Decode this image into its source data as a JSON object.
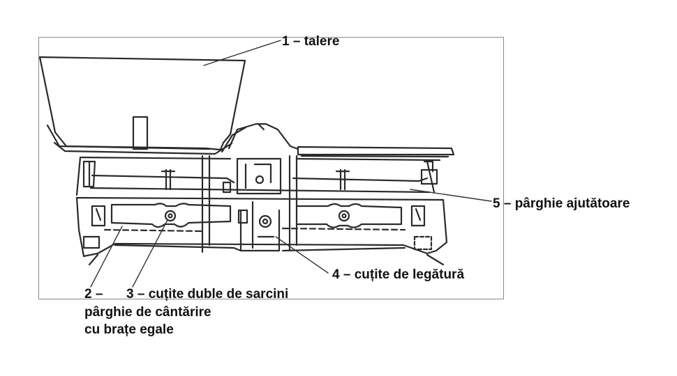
{
  "labels": {
    "item1": {
      "num": "1",
      "text": " – talere"
    },
    "item2": {
      "num": "2",
      "text": " –"
    },
    "item2_line2": "pârghie de cântărire",
    "item2_line3": "cu brațe egale",
    "item3": {
      "num": "3",
      "text": " – cuțite duble de sarcini"
    },
    "item4": {
      "num": "4",
      "text": " – cuțite de legătură"
    },
    "item5": {
      "num": "5",
      "text": " – pârghie ajutătoare"
    }
  },
  "colors": {
    "line": "#2a2a2a",
    "frame": "#8a8a8a",
    "text": "#111111"
  }
}
